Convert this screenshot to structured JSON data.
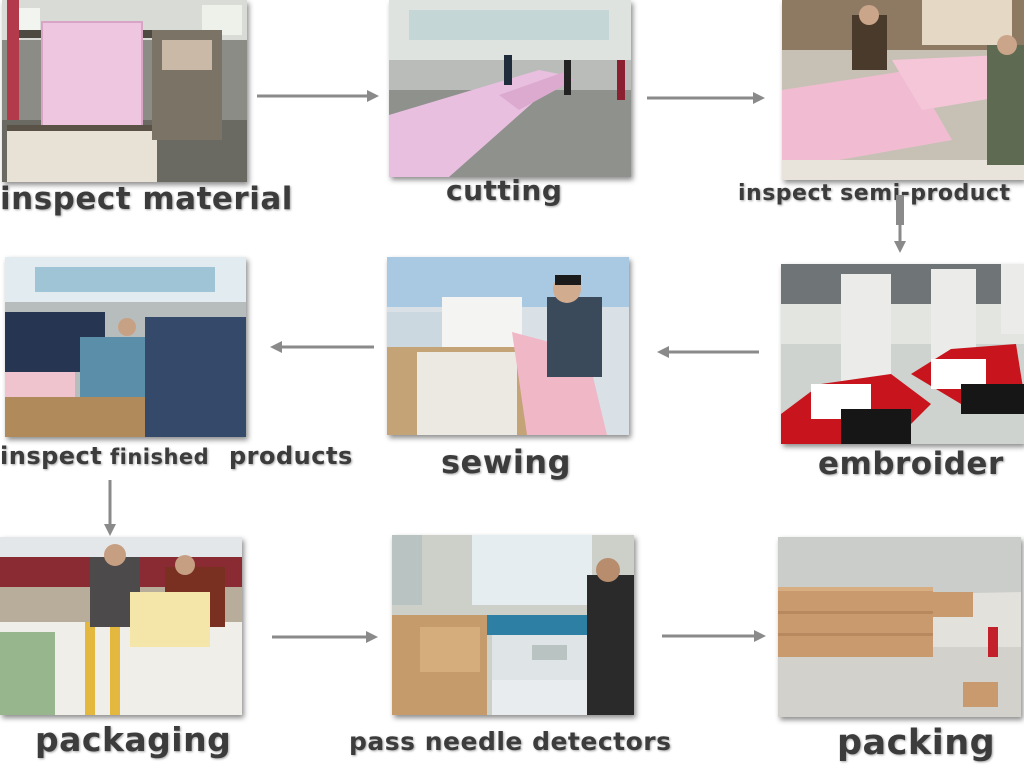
{
  "steps": [
    {
      "id": "inspect-material",
      "label": "inspect material"
    },
    {
      "id": "cutting",
      "label": "cutting"
    },
    {
      "id": "inspect-semi-product",
      "label": "inspect semi-product"
    },
    {
      "id": "embroider",
      "label": "embroider"
    },
    {
      "id": "sewing",
      "label": "sewing"
    },
    {
      "id": "inspect-finished-products",
      "label_parts": [
        "inspect",
        "finished",
        "products"
      ]
    },
    {
      "id": "packaging",
      "label": "packaging"
    },
    {
      "id": "pass-needle-detectors",
      "label": "pass needle detectors"
    },
    {
      "id": "packing",
      "label": "packing"
    }
  ],
  "colors": {
    "arrow": "#8a8a8a",
    "label": "#3c3c3c",
    "fabric_pink": "#e7b8d6",
    "embroidery_red": "#c8141c",
    "carton": "#c99a6e"
  }
}
